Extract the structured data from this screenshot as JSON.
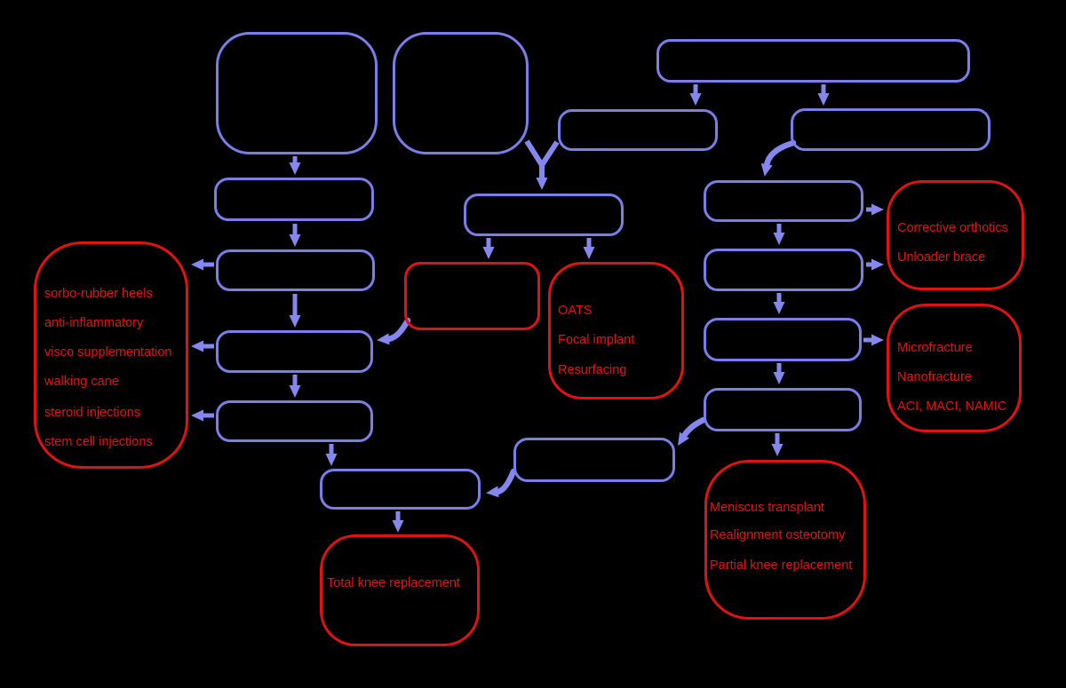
{
  "colors": {
    "background": "#000000",
    "node_border_blue": "#7b7de9",
    "node_border_red": "#e11212",
    "label_text_red": "#e11212",
    "arrow_blue": "#8587ef"
  },
  "labels": {
    "conservative": {
      "lines": [
        "sorbo-rubber heels",
        "anti-inflammatory",
        "visco supplementation",
        "walking cane",
        "steroid injections",
        "stem cell injections"
      ]
    },
    "focal_defect": {
      "lines": [
        "OATS",
        "Focal implant",
        "Resurfacing"
      ]
    },
    "bracing": {
      "lines": [
        "Corrective orthotics",
        "Unloader brace"
      ]
    },
    "cartilage_repair": {
      "lines": [
        "Microfracture",
        "Nanofracture",
        "ACI, MACI, NAMIC"
      ]
    },
    "salvage": {
      "lines": [
        "Meniscus transplant",
        "Realignment osteotomy",
        "Partial knee replacement"
      ]
    },
    "total_knee": {
      "label": "Total knee replacement"
    }
  }
}
